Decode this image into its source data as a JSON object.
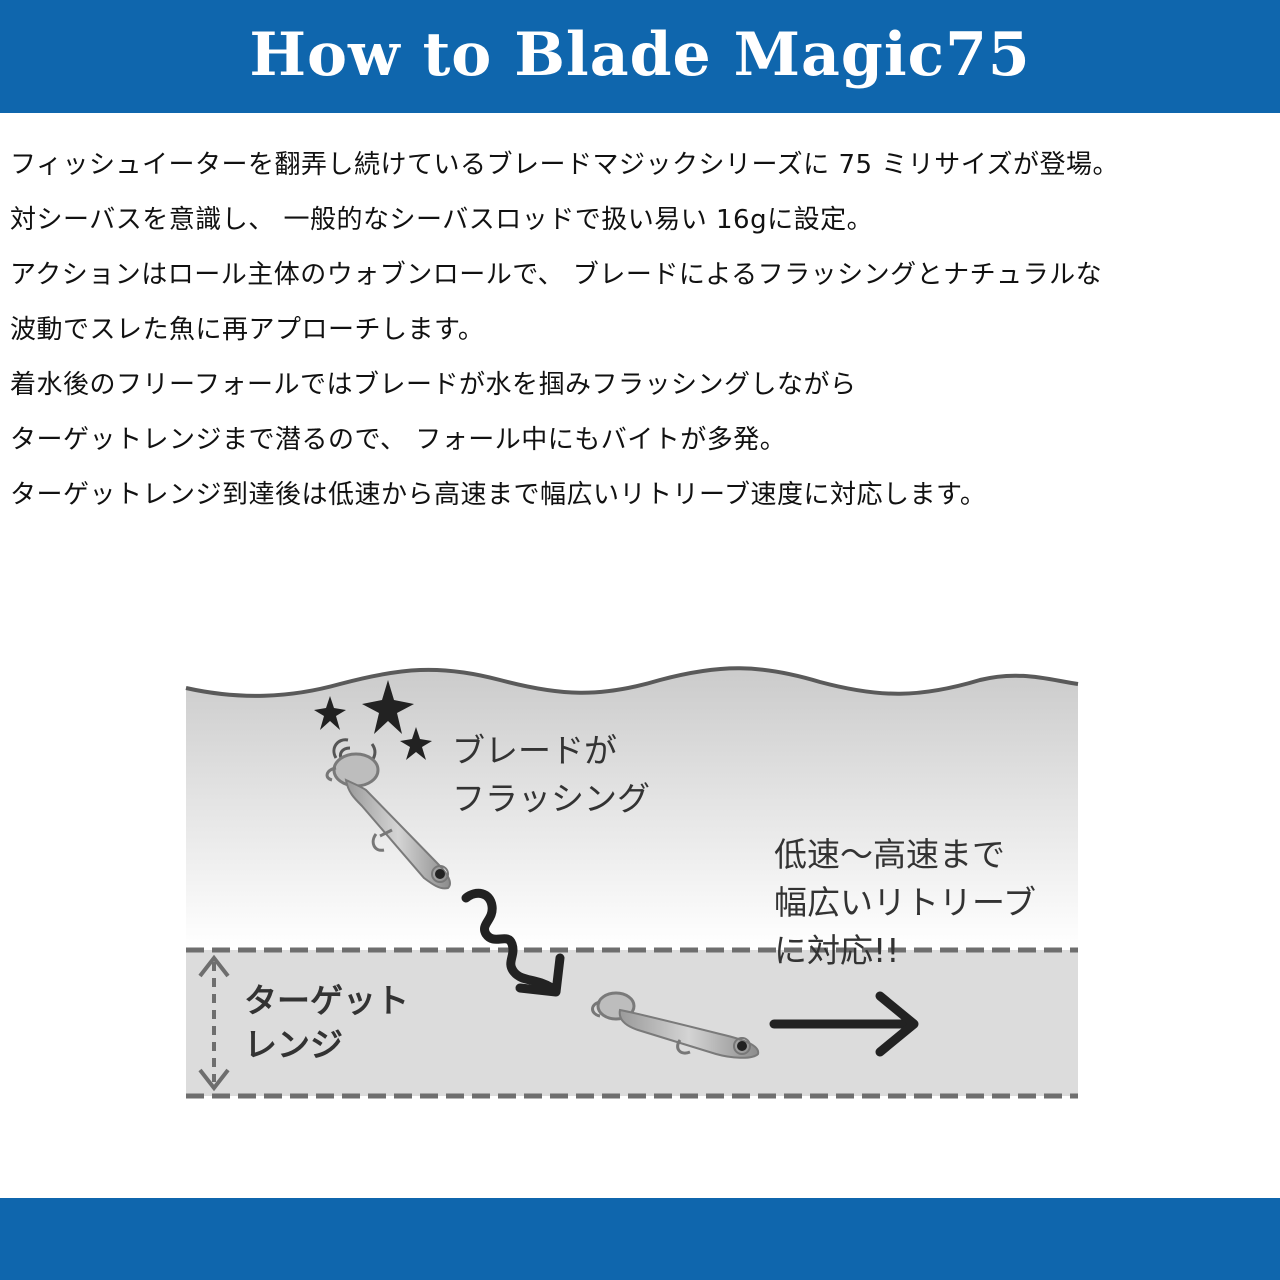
{
  "header": {
    "title": "How to Blade Magic75"
  },
  "description": {
    "lines": [
      "フィッシュイーターを翻弄し続けているブレードマジックシリーズに 75 ミリサイズが登場。",
      "対シーバスを意識し、 一般的なシーバスロッドで扱い易い 16gに設定。",
      "アクションはロール主体のウォブンロールで、 ブレードによるフラッシングとナチュラルな",
      "波動でスレた魚に再アプローチします。",
      "着水後のフリーフォールではブレードが水を掴みフラッシングしながら",
      "ターゲットレンジまで潜るので、 フォール中にもバイトが多発。",
      "ターゲットレンジ到達後は低速から高速まで幅広いリトリーブ速度に対応します。"
    ]
  },
  "diagram": {
    "flash_label": [
      "ブレードが",
      "フラッシング"
    ],
    "retrieve_label": [
      "低速〜高速まで",
      "幅広いリトリーブ",
      "に対応!!"
    ],
    "range_label": [
      "ターゲット",
      "レンジ"
    ],
    "colors": {
      "water_top": "#cfcfcf",
      "range_band": "#dedede",
      "dash": "#6e6e6e",
      "ink": "#222222"
    }
  },
  "footer": {
    "color": "#0f66ad"
  }
}
